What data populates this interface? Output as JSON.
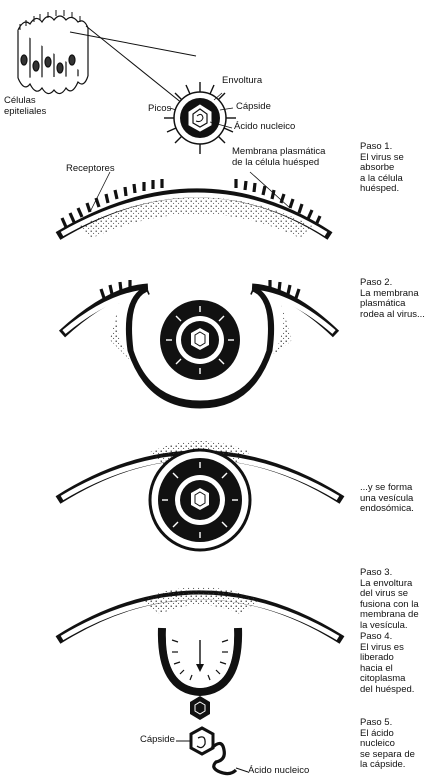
{
  "labels": {
    "celulas_epiteliales": "Células\nepiteliales",
    "envoltura": "Envoltura",
    "picos": "Picos",
    "capside": "Cápside",
    "acido_nucleico": "Ácido nucleico",
    "receptores": "Receptores",
    "membrana": "Membrana plasmática\nde la célula huésped",
    "capside_bottom": "Cápside",
    "acido_nucleico_bottom": "Ácido nucleico"
  },
  "steps": [
    {
      "text": "Paso 1.\nEl virus se\nabsorbe\na la célula\nhuésped."
    },
    {
      "text": "Paso 2.\nLa membrana\nplasmática\nrodea al virus..."
    },
    {
      "text": "...y se forma\nuna vesícula\nendosómica."
    },
    {
      "text": "Paso 3.\nLa envoltura\ndel virus se\nfusiona con la\nmembrana de\nla vesícula."
    },
    {
      "text": "Paso 4.\nEl virus es\nliberado\nhacia el\ncitoplasma\ndel huésped."
    },
    {
      "text": "Paso 5.\nEl ácido\nnucleico\nse separa de\nla cápside."
    }
  ]
}
